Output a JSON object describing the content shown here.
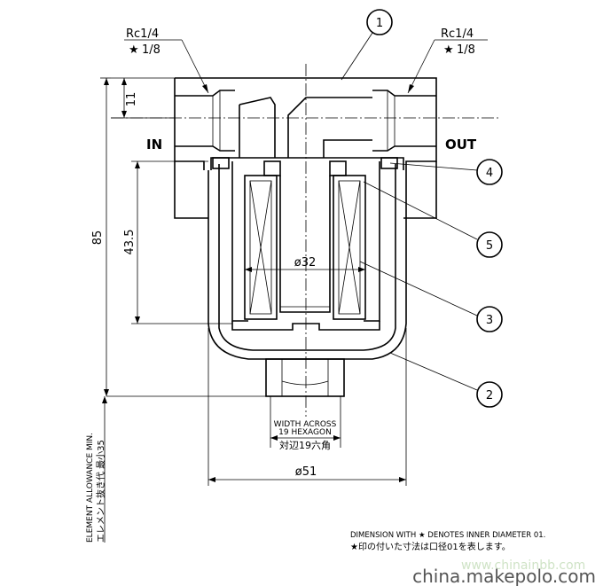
{
  "labels": {
    "port_left_thread": "Rc1/4",
    "port_left_dia": "1/8",
    "port_right_thread": "Rc1/4",
    "port_right_dia": "1/8",
    "inlet": "IN",
    "outlet": "OUT",
    "star": "★"
  },
  "balloons": [
    "1",
    "2",
    "3",
    "4",
    "5"
  ],
  "dimensions": {
    "d11": "11",
    "d85": "85",
    "d43_5": "43.5",
    "d32": "ø32",
    "d51": "ø51",
    "hex_en_1": "WIDTH ACROSS",
    "hex_en_2": "19 HEXAGON",
    "hex_jp": "対辺19六角",
    "elem_en": "ELEMENT ALLOWANCE MIN.",
    "elem_jp": "エレメント抜き代  最小35"
  },
  "notes": {
    "en": "DIMENSION WITH ★ DENOTES INNER DIAMETER 01.",
    "jp": "★印の付いた寸法は口径01を表します。"
  },
  "watermarks": {
    "faint": "www.chinainbb.com",
    "main": "china.makepolo.com"
  }
}
